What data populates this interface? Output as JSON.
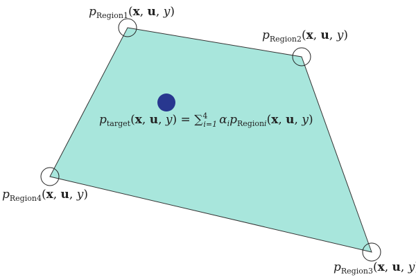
{
  "colors": {
    "quad_fill": "#a8e6dc",
    "quad_stroke": "#333333",
    "target_dot": "#28378f",
    "corner_circle": "#222222"
  },
  "labels": {
    "p": "p",
    "open": "(",
    "x": "x",
    "comma1": ", ",
    "u": "u",
    "comma2": ", ",
    "y": "y",
    "close": ")",
    "region1_sub": "Region1",
    "region2_sub": "Region2",
    "region3_sub": "Region3",
    "region4_sub": "Region4",
    "target_sub": "target",
    "equals": " = ",
    "sum": "∑",
    "sum_upper": "4",
    "sum_lower": "i=1",
    "alpha": "α",
    "alpha_sub": "i",
    "region_i_sub": "Region",
    "region_i_idx": "i"
  }
}
